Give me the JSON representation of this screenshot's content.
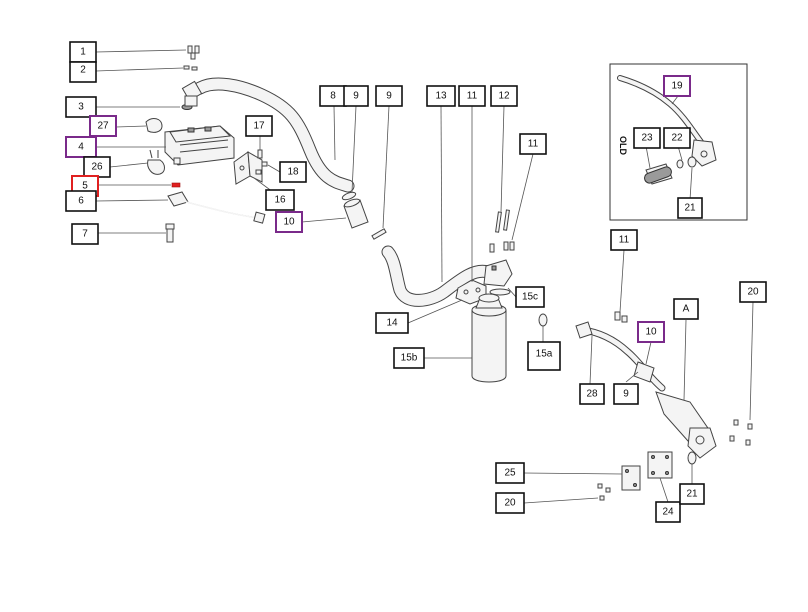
{
  "labels": {
    "l1": "1",
    "l2": "2",
    "l3": "3",
    "l4": "4",
    "l5": "5",
    "l6": "6",
    "l7": "7",
    "l8": "8",
    "l9a": "9",
    "l9b": "9",
    "l10a": "10",
    "l11a": "11",
    "l12": "12",
    "l13": "13",
    "l11b": "11",
    "l14": "14",
    "l15b": "15b",
    "l15c": "15c",
    "l15a": "15a",
    "l16": "16",
    "l17": "17",
    "l18": "18",
    "l26": "26",
    "l27": "27",
    "l19": "19",
    "l22": "22",
    "l23": "23",
    "l21a": "21",
    "l11c": "11",
    "l10b": "10",
    "lA": "A",
    "l28": "28",
    "l9c": "9",
    "l20a": "20",
    "l25": "25",
    "l20b": "20",
    "l24": "24",
    "l21b": "21"
  },
  "inset": {
    "stamp_text": "OLD"
  },
  "colors": {
    "highlight_purple": "#7a2a8a",
    "highlight_red": "#e02020",
    "line": "#111111"
  }
}
